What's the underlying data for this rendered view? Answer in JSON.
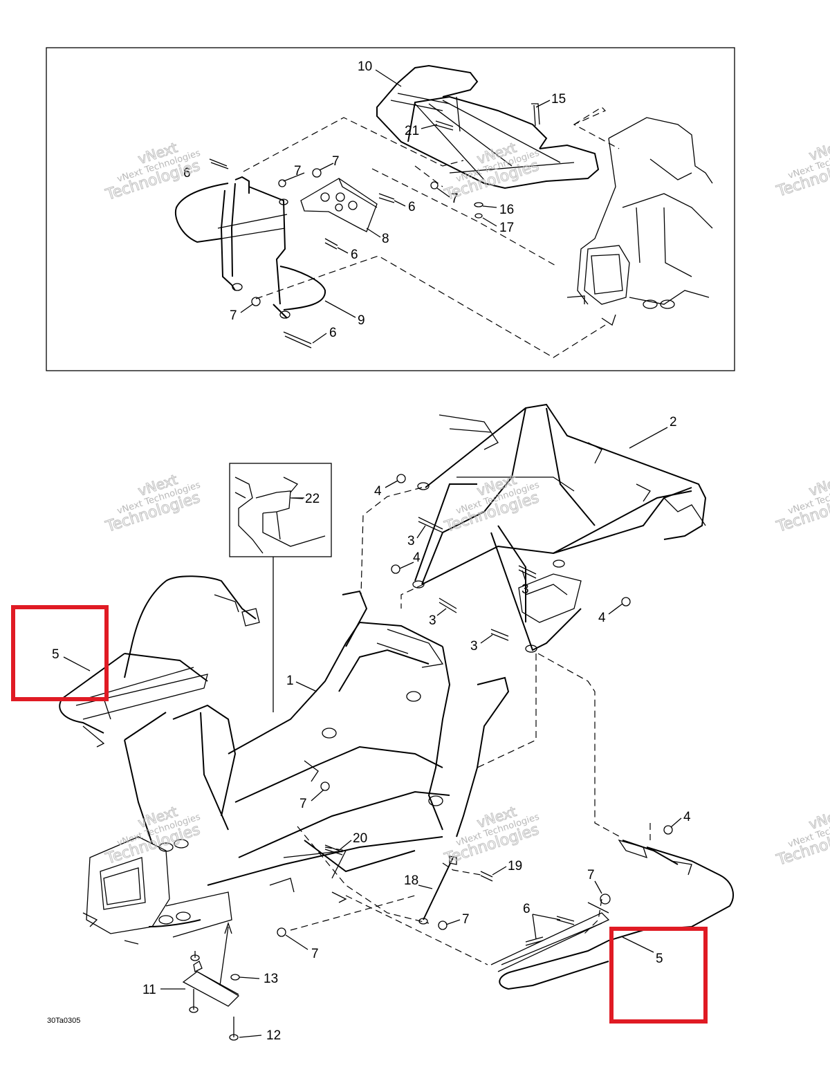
{
  "diagram_code": "30Ta0305",
  "watermark": {
    "line1": "vNext",
    "line2": "Technologies",
    "combined": "vNext Technologies"
  },
  "top_panel": {
    "callouts": {
      "c10": "10",
      "c15": "15",
      "c21": "21",
      "c6a": "6",
      "c7a": "7",
      "c7b": "7",
      "c6b": "6",
      "c7c": "7",
      "c16": "16",
      "c17": "17",
      "c8": "8",
      "c6c": "6",
      "c7d": "7",
      "c9": "9",
      "c6d": "6"
    }
  },
  "bottom_panel": {
    "callouts": {
      "c2": "2",
      "c22": "22",
      "c4a": "4",
      "c3a": "3",
      "c4b": "4",
      "c3b": "3",
      "c3c": "3",
      "c4c": "4",
      "c3d": "3",
      "c5a": "5",
      "c1": "1",
      "c7a": "7",
      "c20": "20",
      "c19": "19",
      "c4d": "4",
      "c18": "18",
      "c7b": "7",
      "c6": "6",
      "c7c": "7",
      "c7d": "7",
      "c5b": "5",
      "c11": "11",
      "c13": "13",
      "c12": "12"
    }
  },
  "highlight_color": "#e01b24"
}
